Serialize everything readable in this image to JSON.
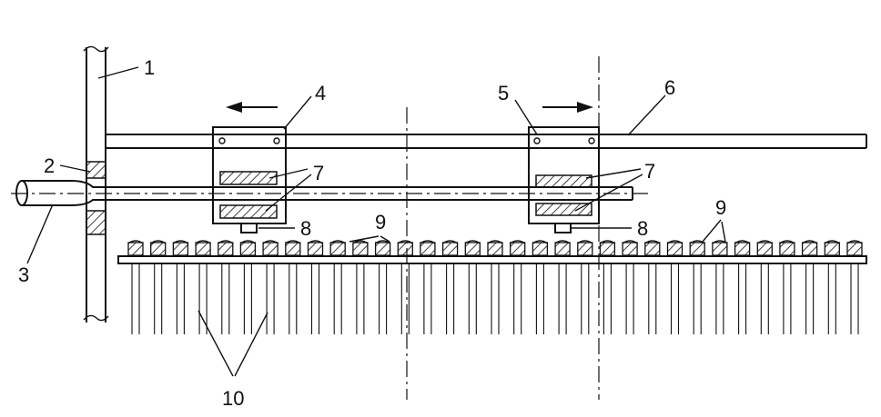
{
  "labels": {
    "l1": "1",
    "l2": "2",
    "l3": "3",
    "l4": "4",
    "l5": "5",
    "l6": "6",
    "l7a": "7",
    "l7b": "7",
    "l8a": "8",
    "l8b": "8",
    "l9a": "9",
    "l9b": "9",
    "l10": "10"
  },
  "needle_count": 33
}
